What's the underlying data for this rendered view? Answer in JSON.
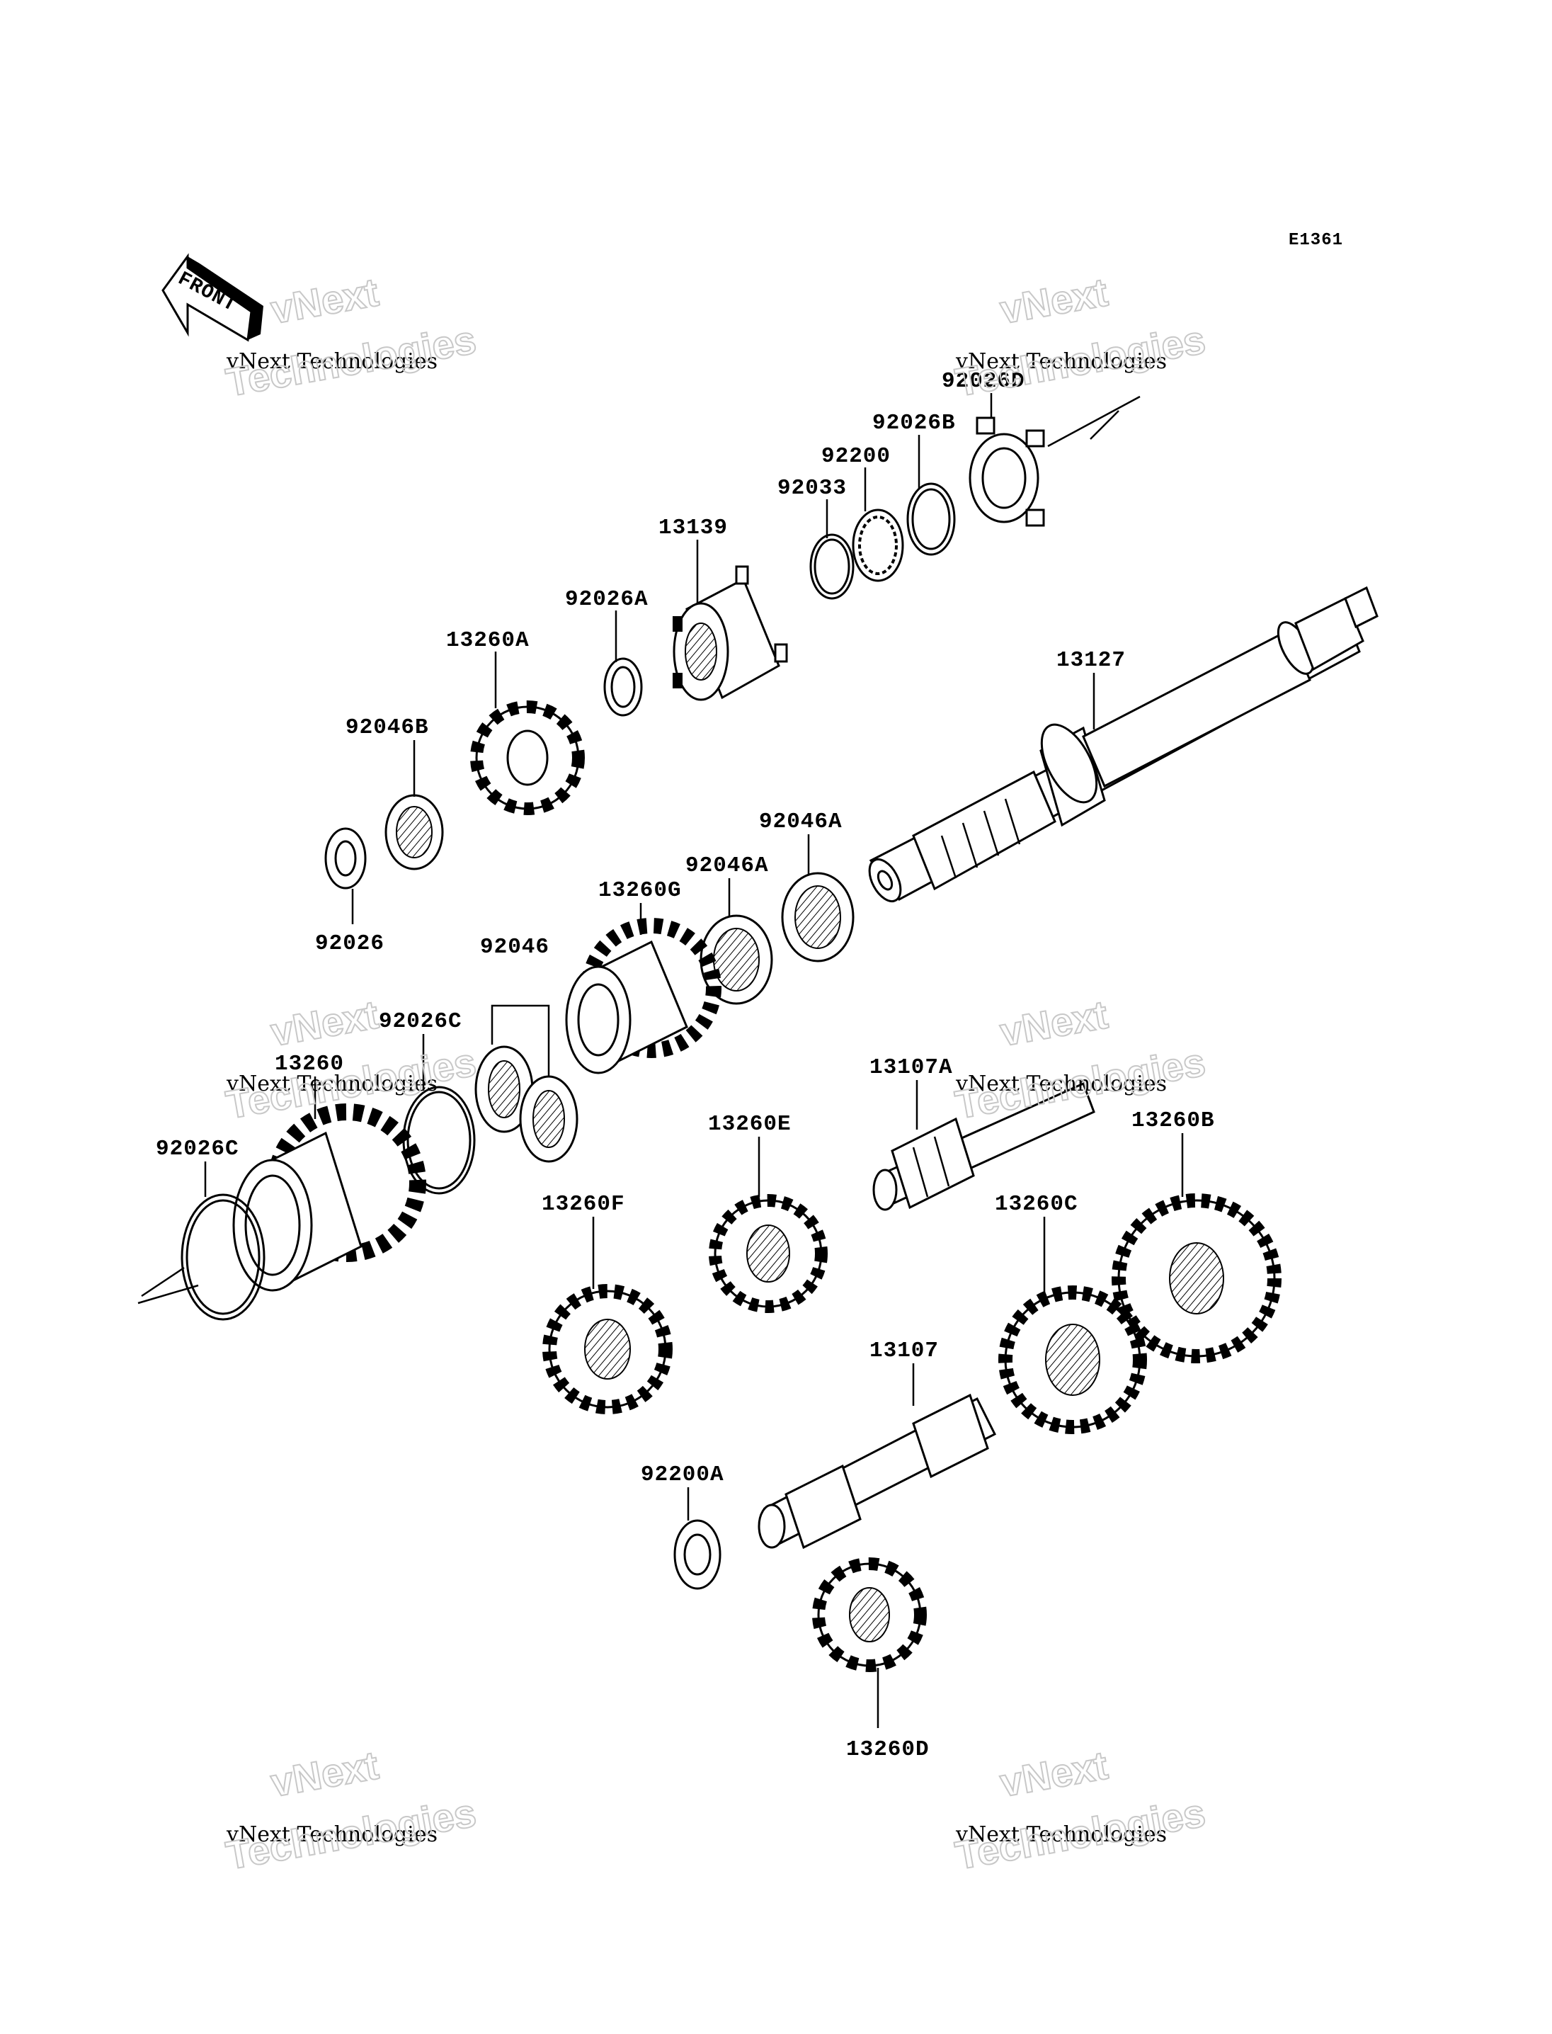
{
  "diagram_code": "E1361",
  "front_label": "FRONT",
  "watermark": {
    "line1": "vNext",
    "line2": "vNext Technologies",
    "line3": "Technologies"
  },
  "parts": {
    "p92026D": "92026D",
    "p92026B": "92026B",
    "p92200": "92200",
    "p92033": "92033",
    "p13139": "13139",
    "p92026A": "92026A",
    "p13260A": "13260A",
    "p13127": "13127",
    "p92046B": "92046B",
    "p92026": "92026",
    "p92046A_1": "92046A",
    "p92046A_2": "92046A",
    "p13260G": "13260G",
    "p92046": "92046",
    "p92026C_1": "92026C",
    "p13260": "13260",
    "p92026C_2": "92026C",
    "p13107A": "13107A",
    "p13260E": "13260E",
    "p13260B": "13260B",
    "p13260F": "13260F",
    "p13260C": "13260C",
    "p13107": "13107",
    "p92200A": "92200A",
    "p13260D": "13260D"
  }
}
